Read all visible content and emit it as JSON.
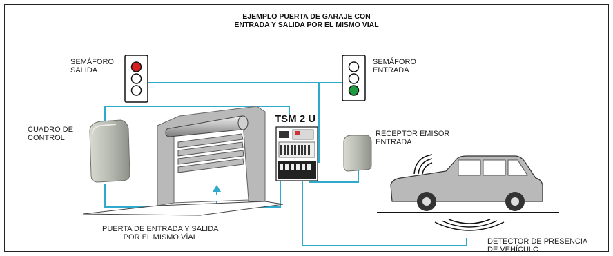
{
  "title": {
    "line1": "EJEMPLO PUERTA DE GARAJE CON",
    "line2": "ENTRADA Y SALIDA POR EL MISMO VIAL"
  },
  "labels": {
    "semaforo_salida": "SEMÁFORO\nSALIDA",
    "semaforo_entrada": "SEMÁFORO\nENTRADA",
    "cuadro_control": "CUADRO DE\nCONTROL",
    "tsm": "TSM 2 U",
    "receptor": "RECEPTOR EMISOR\nENTRADA",
    "puerta": "PUERTA DE ENTRADA Y SALIDA\nPOR EL MISMO VÍAL",
    "detector": "DETECTOR DE PRESENCIA\nDE VEHÍCULO"
  },
  "colors": {
    "wire": "#2fa9cc",
    "device": "#b9bcb3",
    "red_light": "#d42020",
    "green_light": "#1f9a3e"
  }
}
